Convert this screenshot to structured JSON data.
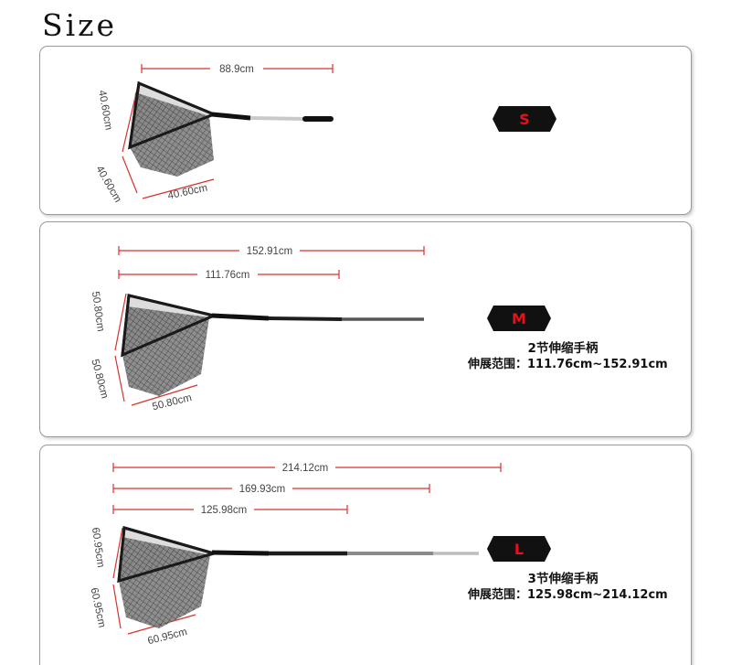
{
  "page_title": "Size",
  "sizes": [
    {
      "label": "S",
      "length_labels": [
        "88.9cm"
      ],
      "hoop_labels": [
        "40.60cm",
        "40.60cm",
        "40.60cm"
      ]
    },
    {
      "label": "M",
      "length_labels": [
        "152.91cm",
        "111.76cm"
      ],
      "hoop_labels": [
        "50.80cm",
        "50.80cm",
        "50.80cm"
      ],
      "handle_text": "2节伸缩手柄",
      "range_text": "伸展范围：111.76cm~152.91cm"
    },
    {
      "label": "L",
      "length_labels": [
        "214.12cm",
        "169.93cm",
        "125.98cm"
      ],
      "hoop_labels": [
        "60.95cm",
        "60.95cm",
        "60.95cm"
      ],
      "handle_text": "3节伸缩手柄",
      "range_text": "伸展范围：125.98cm~214.12cm"
    }
  ],
  "colors": {
    "dimension_line": "#d9322b",
    "badge_fill": "#111111",
    "badge_letter": "#e8101a",
    "panel_border": "#9a9a9a"
  }
}
